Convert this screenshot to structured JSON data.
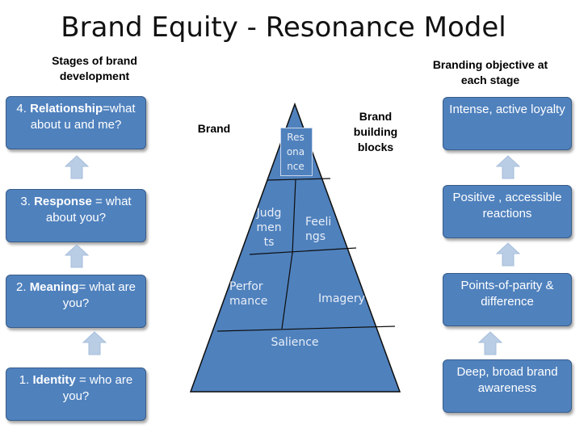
{
  "title": "Brand Equity - Resonance Model",
  "left_header": "Stages of brand\ndevelopment",
  "right_header": "Branding objective at\neach stage",
  "stages": [
    {
      "num": "4.",
      "bold": "Relationship",
      "rest": "=what about u and me?"
    },
    {
      "num": "3.",
      "bold": "Response",
      "rest": " = what about you?"
    },
    {
      "num": "2.",
      "bold": "Meaning",
      "rest": "= what are you?"
    },
    {
      "num": "1.",
      "bold": "Identity",
      "rest": " = who are you?"
    }
  ],
  "objectives": [
    "Intense, active loyalty",
    "Positive , accessible reactions",
    "Points-of-parity & difference",
    "Deep, broad brand awareness"
  ],
  "pyramid": {
    "resonance": "Res\nona\nnce",
    "judgments": "Judg\nmen\nts",
    "feelings": "Feeli\nngs",
    "performance": "Perfor\nmance",
    "imagery": "Imagery",
    "salience": "Salience"
  },
  "brand_label": "Brand",
  "building_blocks_label": "Brand\nbuilding\nblocks",
  "colors": {
    "box_fill": "#4f81bd",
    "box_border": "#385d8a",
    "arrow_fill": "#b9cde5",
    "pyramid_fill": "#4f81bd",
    "pyramid_stroke": "#0d0d0d"
  }
}
